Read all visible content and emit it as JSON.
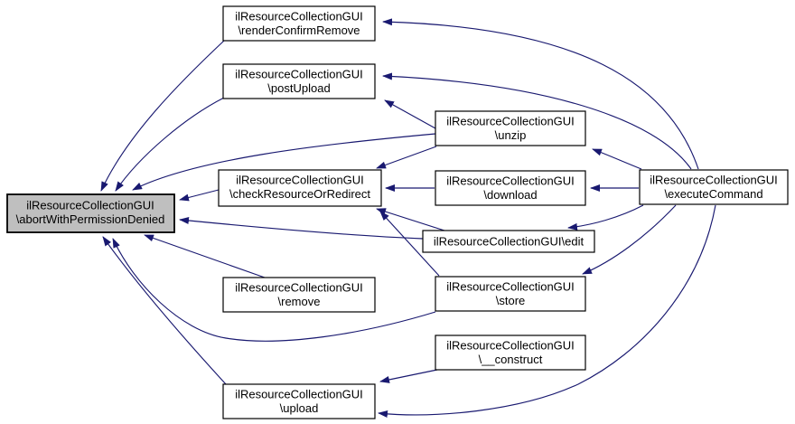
{
  "diagram": {
    "title": "caller graph for ilResourceCollectionGUI\\abortWithPermissionDenied",
    "type": "doxygen-caller-graph",
    "colors": {
      "background": "#ffffff",
      "edge": "#191970",
      "node_fill": "#ffffff",
      "node_border": "#000000",
      "highlight_fill": "#bfbfbf",
      "text": "#000000"
    },
    "nodes": [
      {
        "id": "abortWithPermissionDenied",
        "line1": "ilResourceCollectionGUI",
        "line2": "\\abortWithPermissionDenied",
        "highlighted": true
      },
      {
        "id": "renderConfirmRemove",
        "line1": "ilResourceCollectionGUI",
        "line2": "\\renderConfirmRemove",
        "highlighted": false
      },
      {
        "id": "postUpload",
        "line1": "ilResourceCollectionGUI",
        "line2": "\\postUpload",
        "highlighted": false
      },
      {
        "id": "unzip",
        "line1": "ilResourceCollectionGUI",
        "line2": "\\unzip",
        "highlighted": false
      },
      {
        "id": "checkResourceOrRedirect",
        "line1": "ilResourceCollectionGUI",
        "line2": "\\checkResourceOrRedirect",
        "highlighted": false
      },
      {
        "id": "download",
        "line1": "ilResourceCollectionGUI",
        "line2": "\\download",
        "highlighted": false
      },
      {
        "id": "edit",
        "line1": "ilResourceCollectionGUI\\edit",
        "line2": "",
        "highlighted": false
      },
      {
        "id": "remove",
        "line1": "ilResourceCollectionGUI",
        "line2": "\\remove",
        "highlighted": false
      },
      {
        "id": "store",
        "line1": "ilResourceCollectionGUI",
        "line2": "\\store",
        "highlighted": false
      },
      {
        "id": "construct",
        "line1": "ilResourceCollectionGUI",
        "line2": "\\__construct",
        "highlighted": false
      },
      {
        "id": "upload",
        "line1": "ilResourceCollectionGUI",
        "line2": "\\upload",
        "highlighted": false
      },
      {
        "id": "executeCommand",
        "line1": "ilResourceCollectionGUI",
        "line2": "\\executeCommand",
        "highlighted": false
      }
    ],
    "edges": [
      {
        "from": "renderConfirmRemove",
        "to": "abortWithPermissionDenied"
      },
      {
        "from": "postUpload",
        "to": "abortWithPermissionDenied"
      },
      {
        "from": "unzip",
        "to": "abortWithPermissionDenied"
      },
      {
        "from": "checkResourceOrRedirect",
        "to": "abortWithPermissionDenied"
      },
      {
        "from": "edit",
        "to": "abortWithPermissionDenied"
      },
      {
        "from": "remove",
        "to": "abortWithPermissionDenied"
      },
      {
        "from": "store",
        "to": "abortWithPermissionDenied"
      },
      {
        "from": "upload",
        "to": "abortWithPermissionDenied"
      },
      {
        "from": "unzip",
        "to": "postUpload"
      },
      {
        "from": "unzip",
        "to": "checkResourceOrRedirect"
      },
      {
        "from": "download",
        "to": "checkResourceOrRedirect"
      },
      {
        "from": "edit",
        "to": "checkResourceOrRedirect"
      },
      {
        "from": "store",
        "to": "checkResourceOrRedirect"
      },
      {
        "from": "executeCommand",
        "to": "renderConfirmRemove"
      },
      {
        "from": "executeCommand",
        "to": "postUpload"
      },
      {
        "from": "executeCommand",
        "to": "unzip"
      },
      {
        "from": "executeCommand",
        "to": "download"
      },
      {
        "from": "executeCommand",
        "to": "edit"
      },
      {
        "from": "executeCommand",
        "to": "store"
      },
      {
        "from": "executeCommand",
        "to": "upload"
      },
      {
        "from": "construct",
        "to": "upload"
      }
    ]
  }
}
